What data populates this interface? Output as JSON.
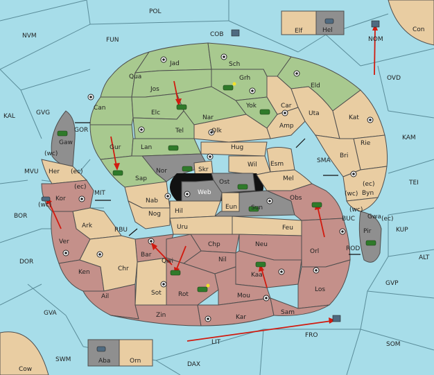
{
  "colors": {
    "sea": "#a7dde9",
    "green_power": "#a8c98f",
    "neutral": "#e9cda2",
    "red_power": "#c4908a",
    "grey_power": "#8f8f8f",
    "order_arrow": "#d11a0f"
  },
  "sea_regions": [
    {
      "key": "pol",
      "label": "POL"
    },
    {
      "key": "nvm",
      "label": "NVM"
    },
    {
      "key": "fun",
      "label": "FUN"
    },
    {
      "key": "cob",
      "label": "COB"
    },
    {
      "key": "nom",
      "label": "NOM"
    },
    {
      "key": "ovd",
      "label": "OVD"
    },
    {
      "key": "kal",
      "label": "KAL"
    },
    {
      "key": "gvg",
      "label": "GVG"
    },
    {
      "key": "gor",
      "label": "GOR"
    },
    {
      "key": "mvu",
      "label": "MVU"
    },
    {
      "key": "mit",
      "label": "MIT"
    },
    {
      "key": "bor",
      "label": "BOR"
    },
    {
      "key": "rbu",
      "label": "RBU"
    },
    {
      "key": "kam",
      "label": "KAM"
    },
    {
      "key": "sma",
      "label": "SMA"
    },
    {
      "key": "tei",
      "label": "TEI"
    },
    {
      "key": "buc",
      "label": "BUC"
    },
    {
      "key": "kup",
      "label": "KUP"
    },
    {
      "key": "rod",
      "label": "ROD"
    },
    {
      "key": "alt",
      "label": "ALT"
    },
    {
      "key": "dor",
      "label": "DOR"
    },
    {
      "key": "gvp",
      "label": "GVP"
    },
    {
      "key": "gva",
      "label": "GVA"
    },
    {
      "key": "fro",
      "label": "FRO"
    },
    {
      "key": "lit",
      "label": "LIT"
    },
    {
      "key": "som",
      "label": "SOM"
    },
    {
      "key": "swm",
      "label": "SWM"
    },
    {
      "key": "dax",
      "label": "DAX"
    }
  ],
  "land_regions": [
    {
      "key": "con",
      "label": "Con"
    },
    {
      "key": "elf",
      "label": "Elf"
    },
    {
      "key": "hel",
      "label": "Hel"
    },
    {
      "key": "cow",
      "label": "Cow"
    },
    {
      "key": "aba",
      "label": "Aba"
    },
    {
      "key": "orn",
      "label": "Orn"
    },
    {
      "key": "jad",
      "label": "Jad"
    },
    {
      "key": "sch",
      "label": "Sch"
    },
    {
      "key": "qua",
      "label": "Qua"
    },
    {
      "key": "grh",
      "label": "Grh"
    },
    {
      "key": "jos",
      "label": "Jos"
    },
    {
      "key": "eld",
      "label": "Eld"
    },
    {
      "key": "can",
      "label": "Can"
    },
    {
      "key": "yok",
      "label": "Yok"
    },
    {
      "key": "car",
      "label": "Car"
    },
    {
      "key": "elc",
      "label": "Elc"
    },
    {
      "key": "nar",
      "label": "Nar"
    },
    {
      "key": "uta",
      "label": "Uta"
    },
    {
      "key": "kat",
      "label": "Kat"
    },
    {
      "key": "tel",
      "label": "Tel"
    },
    {
      "key": "olk",
      "label": "Olk"
    },
    {
      "key": "amp",
      "label": "Amp"
    },
    {
      "key": "gaw",
      "label": "Gaw"
    },
    {
      "key": "gur",
      "label": "Gur"
    },
    {
      "key": "lan",
      "label": "Lan"
    },
    {
      "key": "hug",
      "label": "Hug"
    },
    {
      "key": "rie",
      "label": "Rie"
    },
    {
      "key": "bri",
      "label": "Bri"
    },
    {
      "key": "wil",
      "label": "Wil"
    },
    {
      "key": "esm",
      "label": "Esm"
    },
    {
      "key": "nor",
      "label": "Nor"
    },
    {
      "key": "skr",
      "label": "Skr"
    },
    {
      "key": "her",
      "label": "Her"
    },
    {
      "key": "sap",
      "label": "Sap"
    },
    {
      "key": "ost",
      "label": "Ost"
    },
    {
      "key": "web",
      "label": "Web"
    },
    {
      "key": "mel",
      "label": "Mel"
    },
    {
      "key": "byn",
      "label": "Byn"
    },
    {
      "key": "kor",
      "label": "Kor"
    },
    {
      "key": "nab",
      "label": "Nab"
    },
    {
      "key": "obs",
      "label": "Obs"
    },
    {
      "key": "eun",
      "label": "Eun"
    },
    {
      "key": "sun",
      "label": "Sun"
    },
    {
      "key": "hil",
      "label": "Hil"
    },
    {
      "key": "gwa",
      "label": "Gwa"
    },
    {
      "key": "nog",
      "label": "Nog"
    },
    {
      "key": "ark",
      "label": "Ark"
    },
    {
      "key": "uru",
      "label": "Uru"
    },
    {
      "key": "feu",
      "label": "Feu"
    },
    {
      "key": "pir",
      "label": "Pir"
    },
    {
      "key": "ver",
      "label": "Ver"
    },
    {
      "key": "chp",
      "label": "Chp"
    },
    {
      "key": "neu",
      "label": "Neu"
    },
    {
      "key": "orl",
      "label": "Orl"
    },
    {
      "key": "bar",
      "label": "Bar"
    },
    {
      "key": "qwi",
      "label": "Qwi"
    },
    {
      "key": "nil",
      "label": "Nil"
    },
    {
      "key": "ken",
      "label": "Ken"
    },
    {
      "key": "chr",
      "label": "Chr"
    },
    {
      "key": "kaa",
      "label": "Kaa"
    },
    {
      "key": "sot",
      "label": "Sot"
    },
    {
      "key": "rot",
      "label": "Rot"
    },
    {
      "key": "mou",
      "label": "Mou"
    },
    {
      "key": "ail",
      "label": "Ail"
    },
    {
      "key": "los",
      "label": "Los"
    },
    {
      "key": "sam",
      "label": "Sam"
    },
    {
      "key": "zin",
      "label": "Zin"
    },
    {
      "key": "kar",
      "label": "Kar"
    }
  ],
  "coast_labels": [
    {
      "key": "gaw_wc",
      "label": "(wc)"
    },
    {
      "key": "her_ec",
      "label": "(ec)"
    },
    {
      "key": "kor_ec",
      "label": "(ec)"
    },
    {
      "key": "kor_wc",
      "label": "(wc)"
    },
    {
      "key": "byn_wc",
      "label": "(wc)"
    },
    {
      "key": "byn_ec",
      "label": "(ec)"
    },
    {
      "key": "gwa_wc",
      "label": "(wc)"
    },
    {
      "key": "gwa_ec",
      "label": "(ec)"
    }
  ]
}
